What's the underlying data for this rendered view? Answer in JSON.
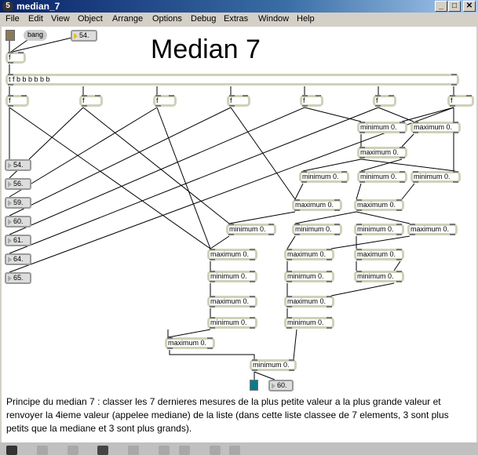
{
  "window": {
    "title": "median_7",
    "badge": "5"
  },
  "menu": [
    "File",
    "Edit",
    "View",
    "Object",
    "Arrange",
    "Options",
    "Debug",
    "Extras",
    "Window",
    "Help"
  ],
  "patch": {
    "title": "Median 7",
    "bang_msg": "bang",
    "input_number": "54.",
    "float_box": "f",
    "trigger": "t f b b b b b b",
    "float_boxes": [
      "f",
      "f",
      "f",
      "f",
      "f",
      "f",
      "f"
    ],
    "stored_values": [
      "54.",
      "56.",
      "59.",
      "60.",
      "61.",
      "64.",
      "65."
    ],
    "objects": [
      "minimum 0.",
      "maximum 0.",
      "maximum 0.",
      "minimum 0.",
      "minimum 0.",
      "minimum 0.",
      "maximum 0.",
      "maximum 0.",
      "minimum 0.",
      "minimum 0.",
      "minimum 0.",
      "maximum 0.",
      "maximum 0.",
      "maximum 0.",
      "maximum 0.",
      "minimum 0.",
      "minimum 0.",
      "minimum 0.",
      "maximum 0.",
      "maximum 0.",
      "minimum 0.",
      "minimum 0.",
      "maximum 0.",
      "minimum 0."
    ],
    "output_number": "60.",
    "comment": "Principe du median 7 : classer les 7 dernieres mesures de la plus petite valeur a la plus grande valeur et renvoyer la 4ieme valeur (appelee mediane) de la liste (dans cette liste classee de 7 elements, 3 sont plus petits que la mediane et 3 sont plus grands)."
  },
  "toolbar": [
    "lock-icon",
    "add-icon",
    "move-icon",
    "chart-icon",
    "info-icon",
    "new-object-icon",
    "layers-icon",
    "grid-icon",
    "settings-icon"
  ]
}
